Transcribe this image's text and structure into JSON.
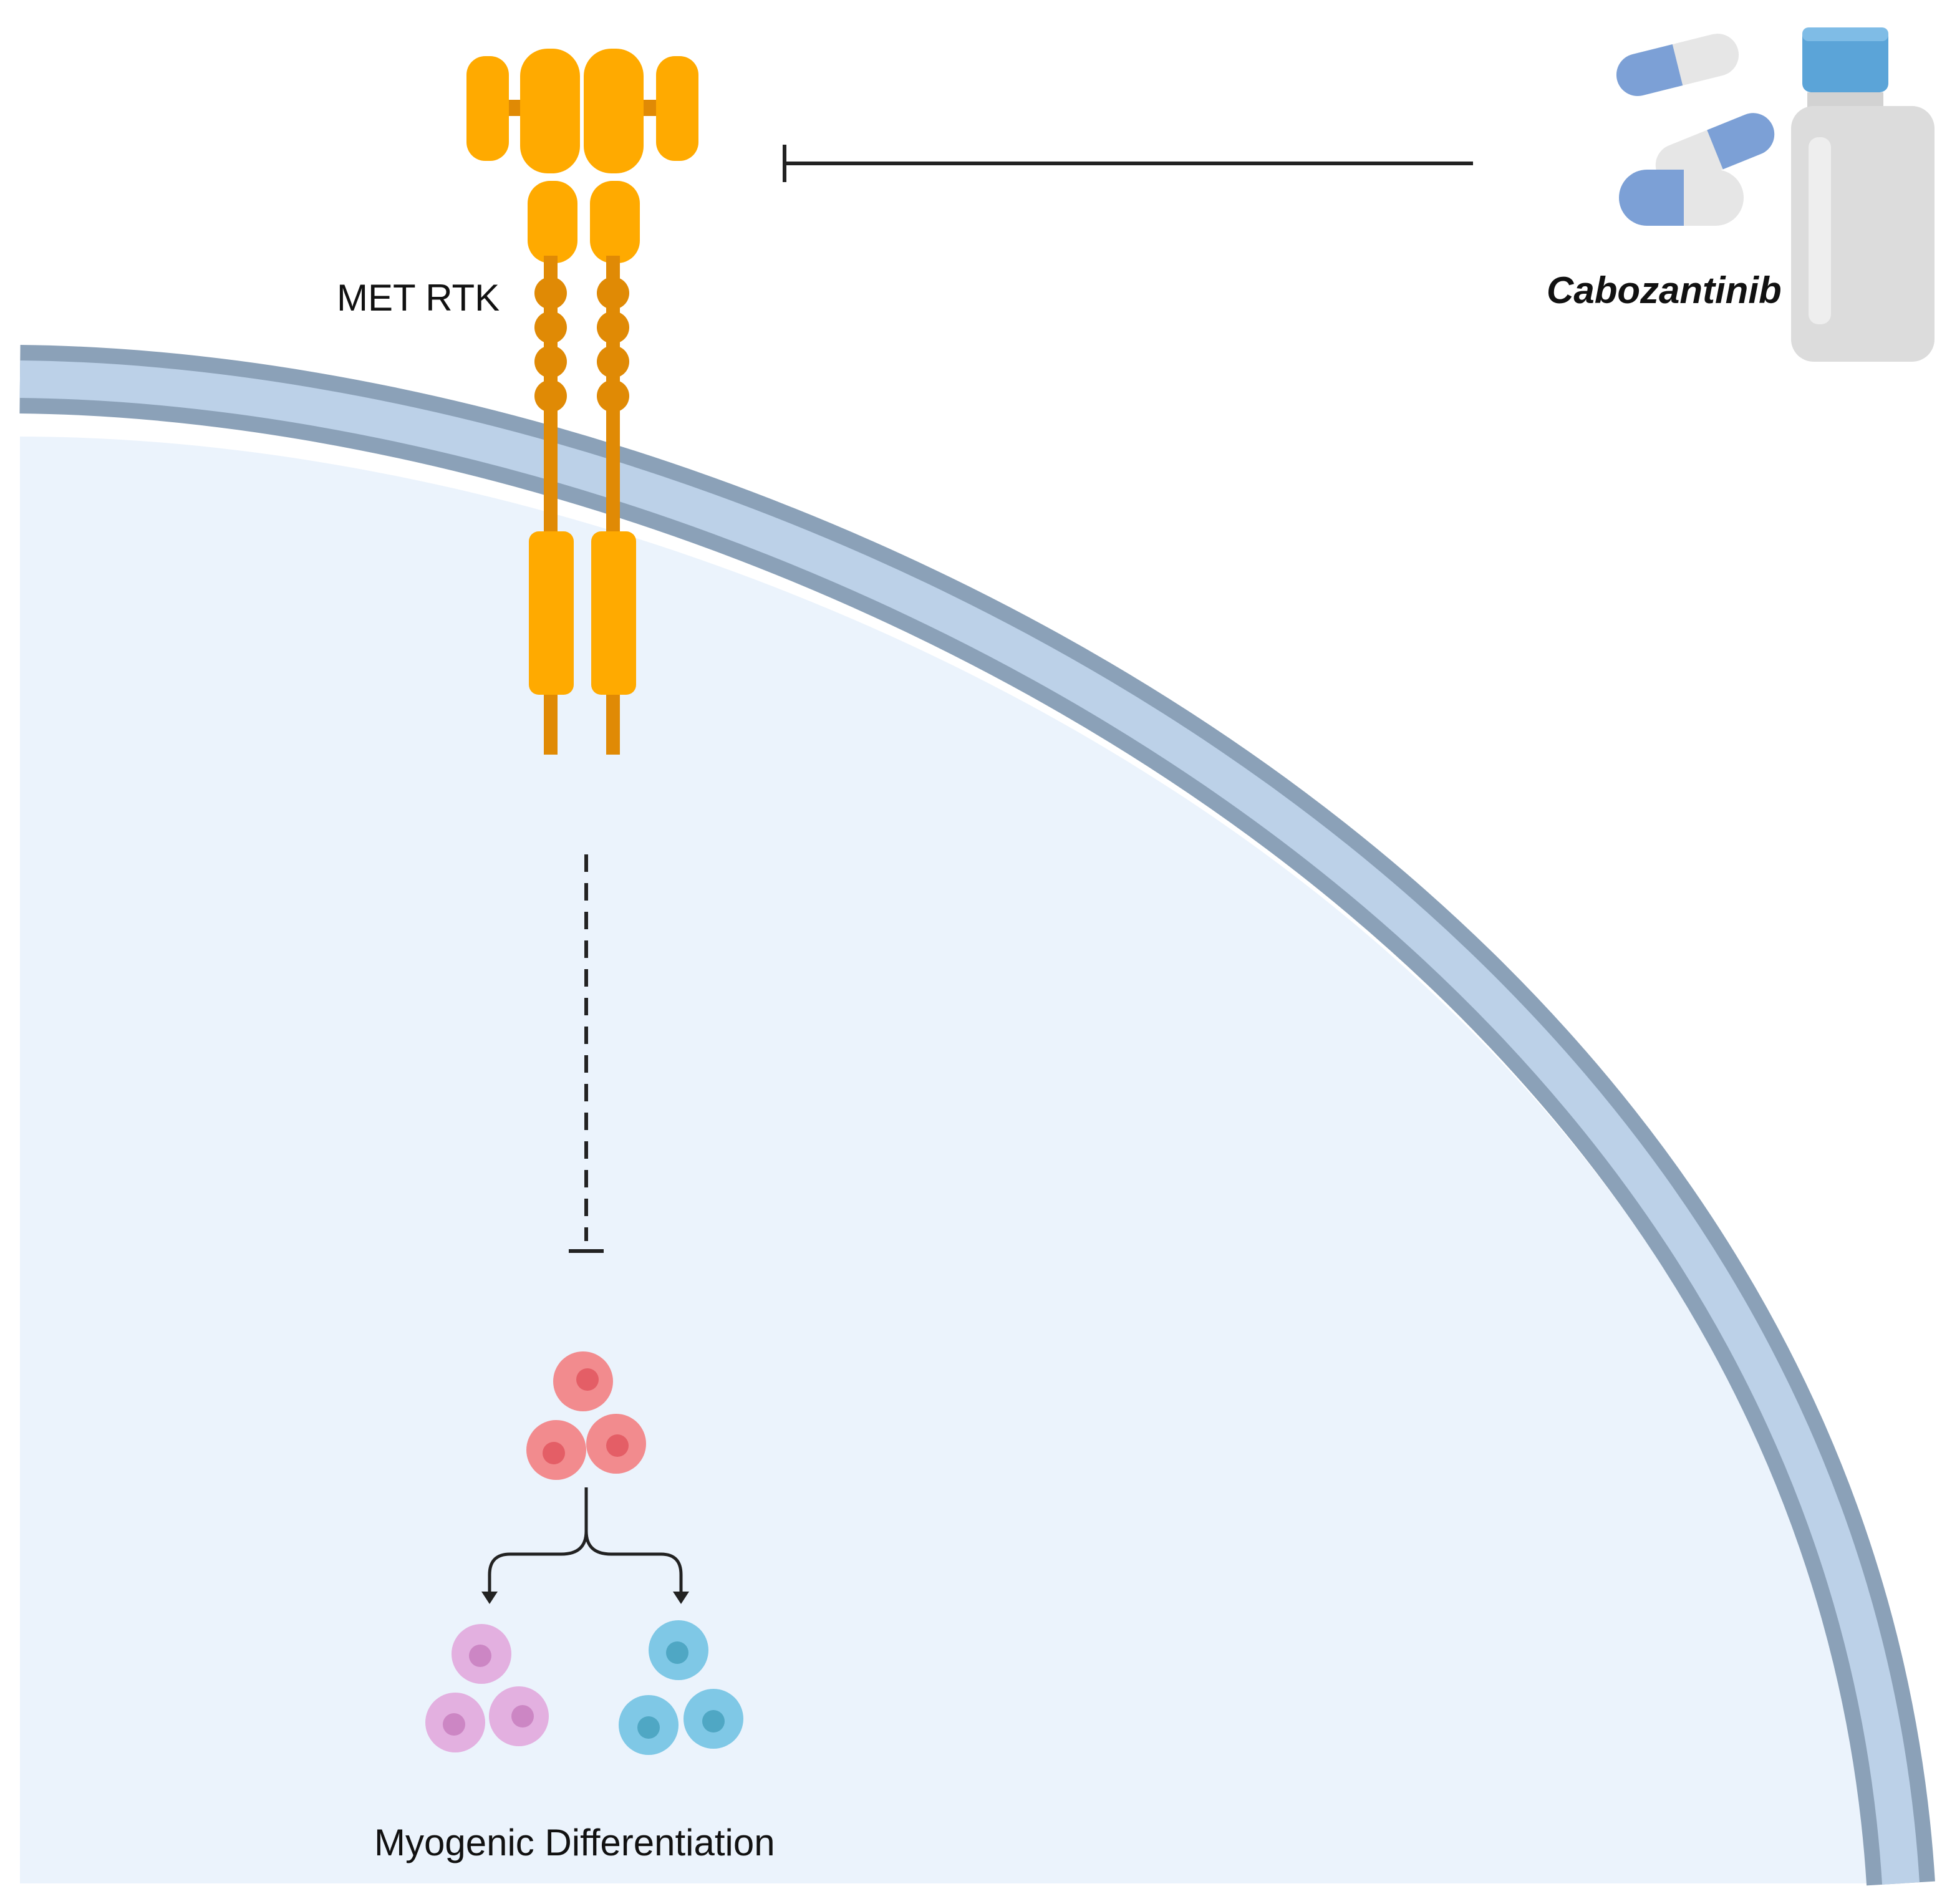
{
  "labels": {
    "receptor": "MET RTK",
    "drug": "Cabozantinib",
    "outcome": "Myogenic Differentiation"
  },
  "colors": {
    "receptor_light": "#FFAA00",
    "receptor_dark": "#E08A05",
    "membrane_outer": "#8BA1B8",
    "membrane_inner": "#BCD1E8",
    "cytoplasm": "#EBF3FC",
    "cell_red": "#F28B8E",
    "cell_red_nucleus": "#E45E66",
    "cell_pink": "#E3B0E0",
    "cell_pink_nucleus": "#CC86C4",
    "cell_blue": "#7FC8E6",
    "cell_blue_nucleus": "#4FA7C4",
    "pill_blue": "#7CA0D6",
    "pill_white": "#E6E6E6",
    "bottle_cap": "#5BA4D8",
    "bottle_body": "#DCDCDC"
  },
  "icons": {
    "receptor": "met-receptor-icon",
    "drug_pills": "capsule-pill-icon",
    "drug_bottle": "medicine-bottle-icon",
    "cells": "cell-cluster-icon"
  }
}
